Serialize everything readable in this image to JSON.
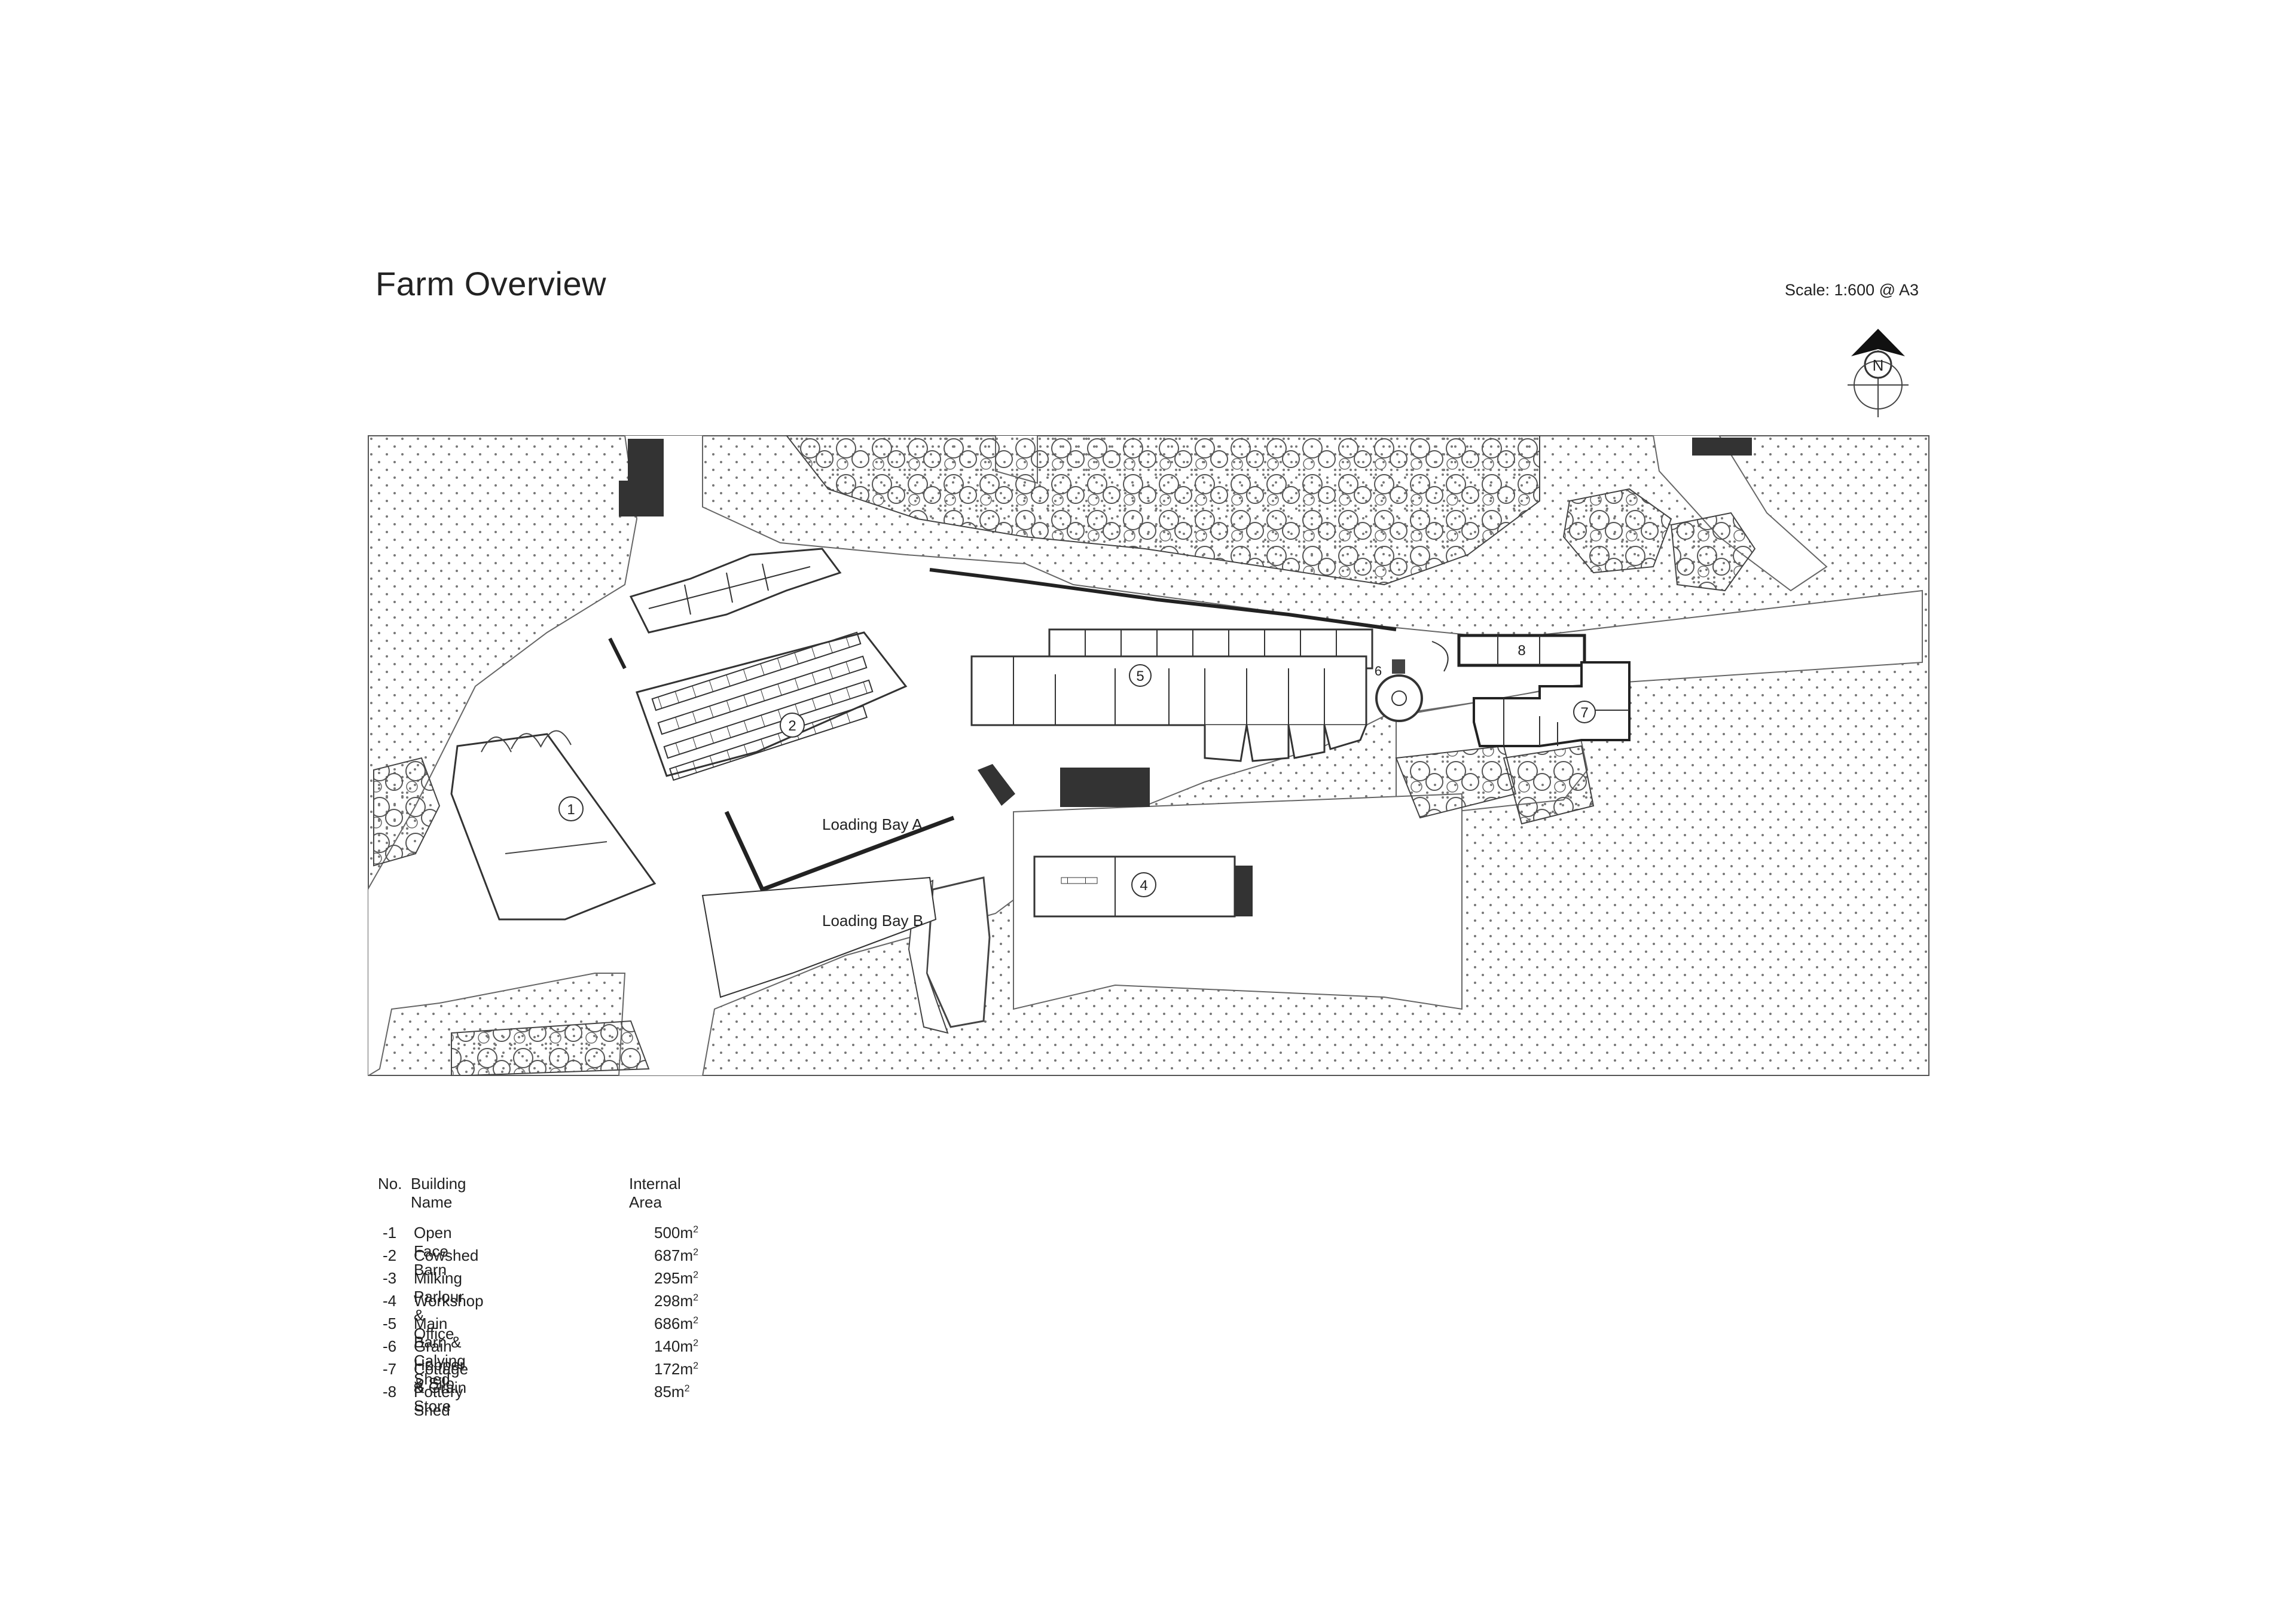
{
  "title": "Farm Overview",
  "scale_label": "Scale: 1:600 @ A3",
  "north_label": "N",
  "plan": {
    "labels": {
      "bay_a": "Loading Bay A",
      "bay_b": "Loading Bay B"
    },
    "markers": [
      "1",
      "2",
      "4",
      "5",
      "6",
      "7",
      "8"
    ]
  },
  "legend": {
    "headers": {
      "no": "No.",
      "name": "Building Name",
      "area": "Internal Area"
    },
    "unit": "m",
    "unit_sup": "2",
    "rows": [
      {
        "no": "-1",
        "name": "Open Face Barn",
        "area": "500"
      },
      {
        "no": "-2",
        "name": "Cowshed",
        "area": "687"
      },
      {
        "no": "-3",
        "name": "Milking Parlour & Office",
        "area": "295"
      },
      {
        "no": "-4",
        "name": "Workshop",
        "area": "298"
      },
      {
        "no": "-5",
        "name": "Main Barn & Calving Shed",
        "area": "686"
      },
      {
        "no": "-6",
        "name": "Grain Hopper & Silo",
        "area": "140"
      },
      {
        "no": "-7",
        "name": "Cottage & Grain Store",
        "area": "172"
      },
      {
        "no": "-8",
        "name": "Pottery Shed",
        "area": "85"
      }
    ]
  }
}
